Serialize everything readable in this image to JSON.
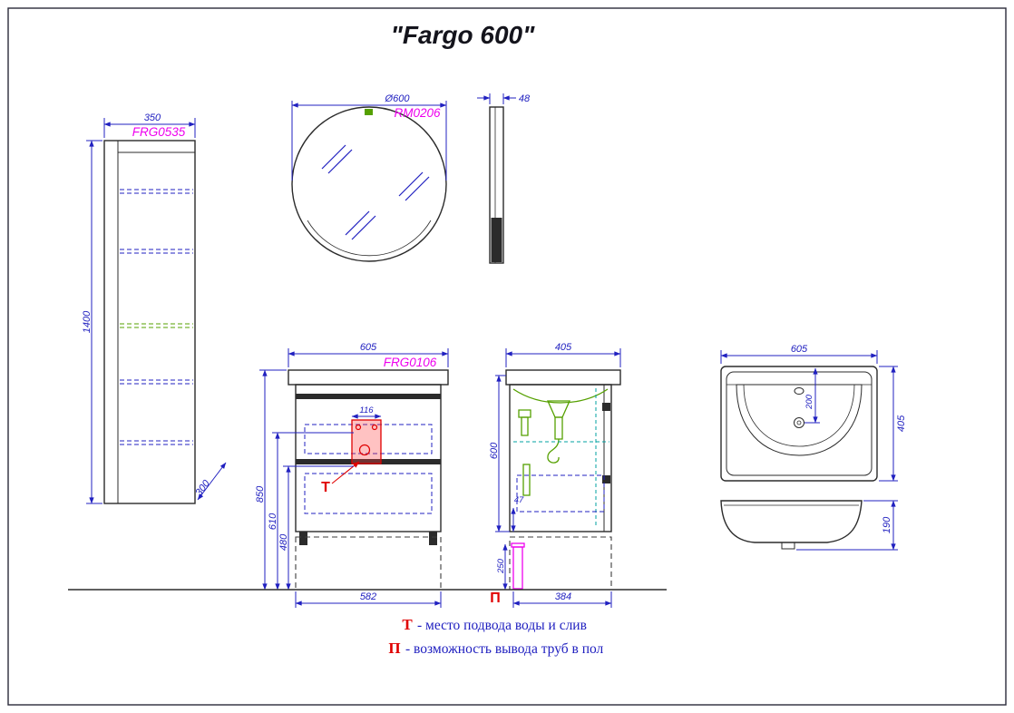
{
  "title": "\"Fargo 600\"",
  "colors": {
    "outline": "#2b2b2b",
    "dimension": "#2020c0",
    "model": "#ee00ee",
    "marker": "#e00000",
    "green": "#55a000",
    "teal": "#00a0a0"
  },
  "tall_cabinet": {
    "model": "FRG0535",
    "dim_width": "350",
    "dim_height": "1400",
    "dim_depth": "300"
  },
  "mirror": {
    "model": "RM0206",
    "dim_diameter": "Ø600",
    "dim_thickness": "48"
  },
  "vanity_front": {
    "model": "FRG0106",
    "dim_width": "605",
    "dim_detail": "116",
    "dim_height_total": "850",
    "dim_height_supply": "610",
    "dim_height_drain": "480",
    "dim_base_width": "582",
    "marker_t": "Т"
  },
  "vanity_side": {
    "dim_depth": "405",
    "dim_height": "600",
    "dim_gap": "47",
    "dim_pipe": "250",
    "dim_base_depth": "384",
    "marker_p": "П"
  },
  "sink_top": {
    "dim_width": "605",
    "dim_depth": "405",
    "dim_faucet": "200"
  },
  "sink_side": {
    "dim_height": "190"
  },
  "legend": {
    "t_marker": "Т",
    "t_text": "- место подвода воды и слив",
    "p_marker": "П",
    "p_text": "- возможность вывода труб в пол"
  }
}
